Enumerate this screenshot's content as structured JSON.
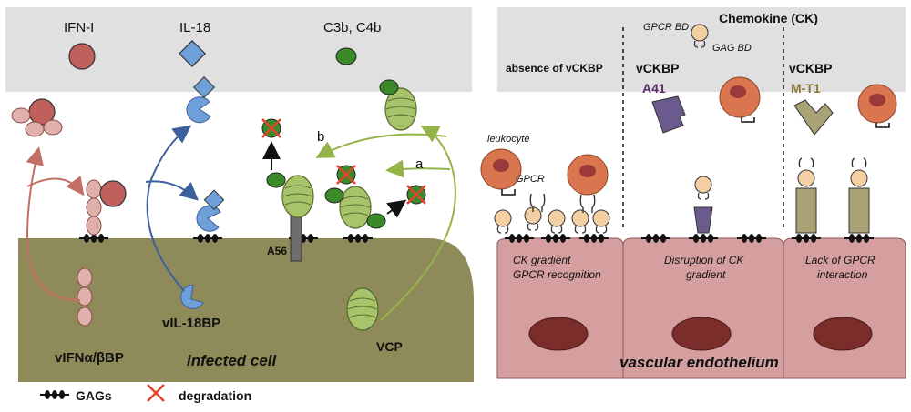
{
  "left_panel": {
    "legend_top": {
      "ifn": "IFN-I",
      "il18": "IL-18",
      "complement": "C3b, C4b"
    },
    "labels": {
      "vifn_bp": "vIFNα/βBP",
      "vil18bp": "vIL-18BP",
      "a56": "A56",
      "vcp": "VCP",
      "infected_cell": "infected cell",
      "path_a": "a",
      "path_b": "b"
    },
    "legend_bottom": {
      "gags": "GAGs",
      "degradation": "degradation"
    }
  },
  "right_panel": {
    "header": {
      "chemokine": "Chemokine (CK)",
      "gpcr_bd": "GPCR BD",
      "gag_bd": "GAG BD"
    },
    "sections": [
      {
        "title": "absence of vCKBP",
        "protein": "",
        "caption": [
          "CK gradient",
          "GPCR recognition"
        ]
      },
      {
        "title": "vCKBP",
        "protein": "A41",
        "caption": [
          "Disruption of CK",
          "gradient"
        ]
      },
      {
        "title": "vCKBP",
        "protein": "M-T1",
        "caption": [
          "Lack of GPCR",
          "interaction"
        ]
      }
    ],
    "leukocyte": "leukocyte",
    "gpcr": "GPCR",
    "endothelium": "vascular endothelium"
  },
  "colors": {
    "ifn": "#c0605c",
    "il18": "#6f9fd8",
    "complement": "#3a8a2a",
    "vcp": "#a8c46a",
    "cell": "#8f8a5a",
    "endothelium": "#d59f9f",
    "a41": "#6b5a8e",
    "mt1": "#a9a274",
    "leukocyte": "#d9754f",
    "arrow_red": "#c46f66",
    "arrow_blue": "#3d5f9e",
    "arrow_green": "#94b44a"
  }
}
